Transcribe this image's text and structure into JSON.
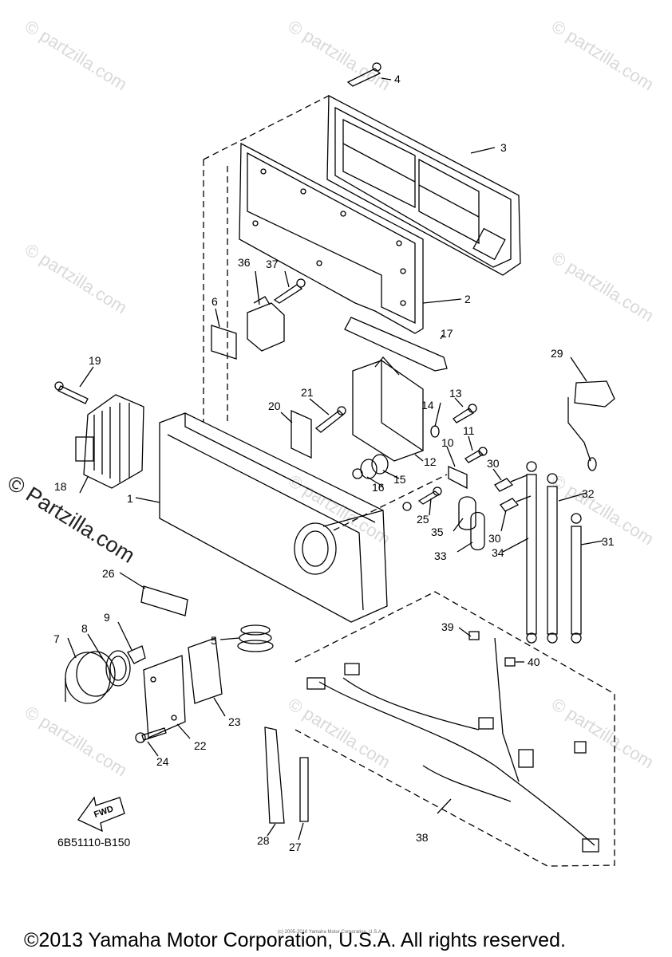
{
  "watermark": "© partzilla.com",
  "side_watermark": "© Partzilla.com",
  "diagram_code": "6B51110-B150",
  "copyright": "©2013 Yamaha Motor Corporation, U.S.A. All rights reserved.",
  "small_copyright": "(c) 2005-2016 Yamaha Motor Corporation, U.S.A.",
  "fwd_label": "FWD",
  "part_numbers": [
    "1",
    "2",
    "3",
    "4",
    "5",
    "6",
    "7",
    "8",
    "9",
    "10",
    "11",
    "12",
    "13",
    "14",
    "15",
    "16",
    "17",
    "18",
    "19",
    "20",
    "21",
    "22",
    "23",
    "24",
    "25",
    "26",
    "27",
    "28",
    "29",
    "30",
    "30",
    "31",
    "32",
    "33",
    "34",
    "35",
    "36",
    "37",
    "38",
    "39",
    "40"
  ]
}
